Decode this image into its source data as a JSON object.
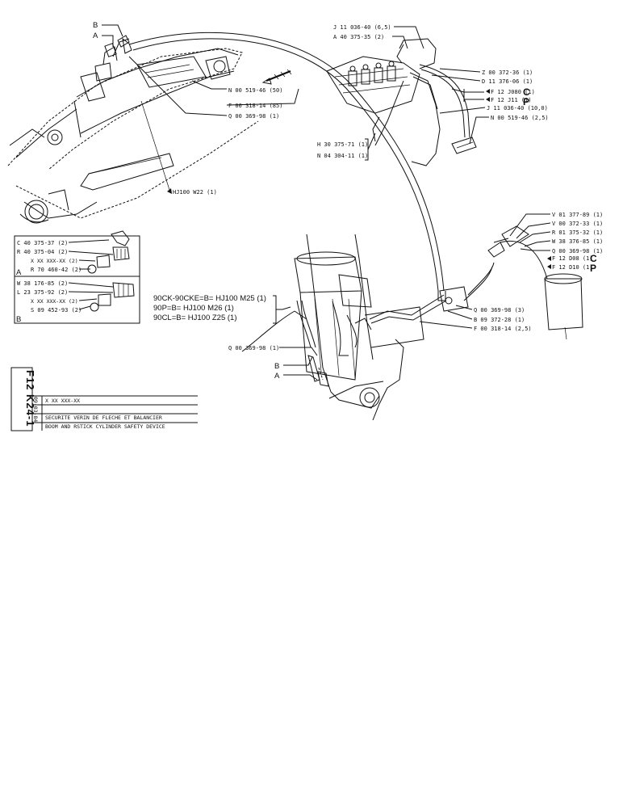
{
  "figure_ref": "F12 K24-1",
  "date": "09-03-84",
  "title_code": "X XX XXX-XX",
  "title_fr": "SECURITE VERIN DE FLECHE ET BALANCIER",
  "title_en": "BOOM AND    RSTICK CYLINDER SAFETY DEVICE",
  "top_left": {
    "letter_b": "B",
    "letter_a": "A",
    "ref_n00519": "N 00 519-46 (50)",
    "ref_f00318": "F 00 318-14 (85)",
    "ref_q00369": "Q 00 369-98 (1)",
    "ref_hj100w22": "HJ100  W22 (1)"
  },
  "top_right": {
    "ref_j11": "J 11 036-40 (6,5)",
    "ref_a40": "A 40 375-35 (2)",
    "ref_z00": "Z 00 372-36 (1)",
    "ref_d11": "D 11 376-06 (1)",
    "ref_f12j080": "F 12 J080 (1)",
    "ref_f12j11": "F 12 J11 (1)",
    "letter_c": "C",
    "letter_p": "P",
    "ref_j11b": "J 11 036-40 (10,0)",
    "ref_n00519b": "N 00 519-46 (2,5)",
    "ref_h30": "H 30 375-71 (1)",
    "ref_n04": "N 04 304-11 (1)"
  },
  "detail_a": {
    "ref_c40": "C 40 375-37 (2)",
    "ref_r40": "R 40 375-04 (2)",
    "ref_x1": "X XX XXX-XX (2)",
    "ref_r70": "R 70 460-42 (2)",
    "letter": "A"
  },
  "detail_b": {
    "ref_w38": "W 38 176-85 (2)",
    "ref_l23": "L 23 375-92 (2)",
    "ref_x2": "X XX XXX-XX (2)",
    "ref_s09": "S 09 452-93 (2)",
    "letter": "B"
  },
  "variants": {
    "line1": "90CK-90CKE=B= HJ100  M25 (1)",
    "line2": "90P=B= HJ100  M26 (1)",
    "line3": "90CL=B= HJ100  Z25 (1)"
  },
  "right_group": {
    "ref_v01": "V 01 377-89 (1)",
    "ref_v00": "V 00 372-33 (1)",
    "ref_r01": "R 01 375-32 (1)",
    "ref_w38": "W 38 376-85 (1)",
    "ref_q00": "Q 00 369-98 (1)",
    "ref_f12d08": "F 12 D08 (1)",
    "ref_f12d10": "F 12 D10 (1)",
    "letter_c": "C",
    "letter_p": "P"
  },
  "lower": {
    "ref_q00a": "Q 00 369-98 (3)",
    "ref_b09": "B 09 372-28 (1)",
    "ref_f00": "F 00 318-14 (2,5)",
    "ref_q00b": "Q 00 369-98 (1)",
    "letter_b": "B",
    "letter_a": "A"
  }
}
